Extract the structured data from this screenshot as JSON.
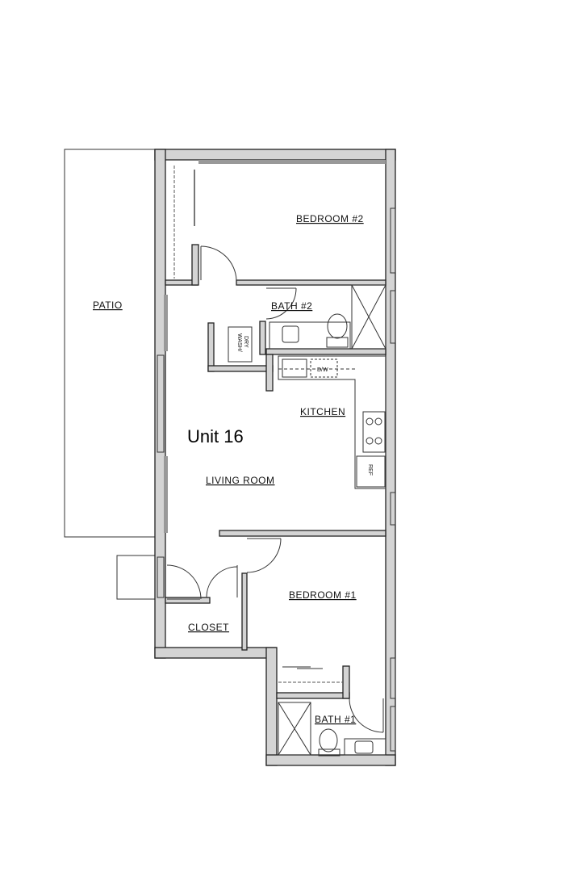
{
  "unit_title": "Unit 16",
  "rooms": {
    "patio": "PATIO",
    "bedroom2": "BEDROOM #2",
    "bath2": "BATH #2",
    "kitchen": "KITCHEN",
    "living_room": "LIVING ROOM",
    "bedroom1": "BEDROOM #1",
    "closet": "CLOSET",
    "bath1": "BATH #1"
  },
  "fixtures": {
    "wash_dry_line1": "WASH/",
    "wash_dry_line2": "DRY",
    "dishwasher": "D/W",
    "fridge": "REF"
  }
}
